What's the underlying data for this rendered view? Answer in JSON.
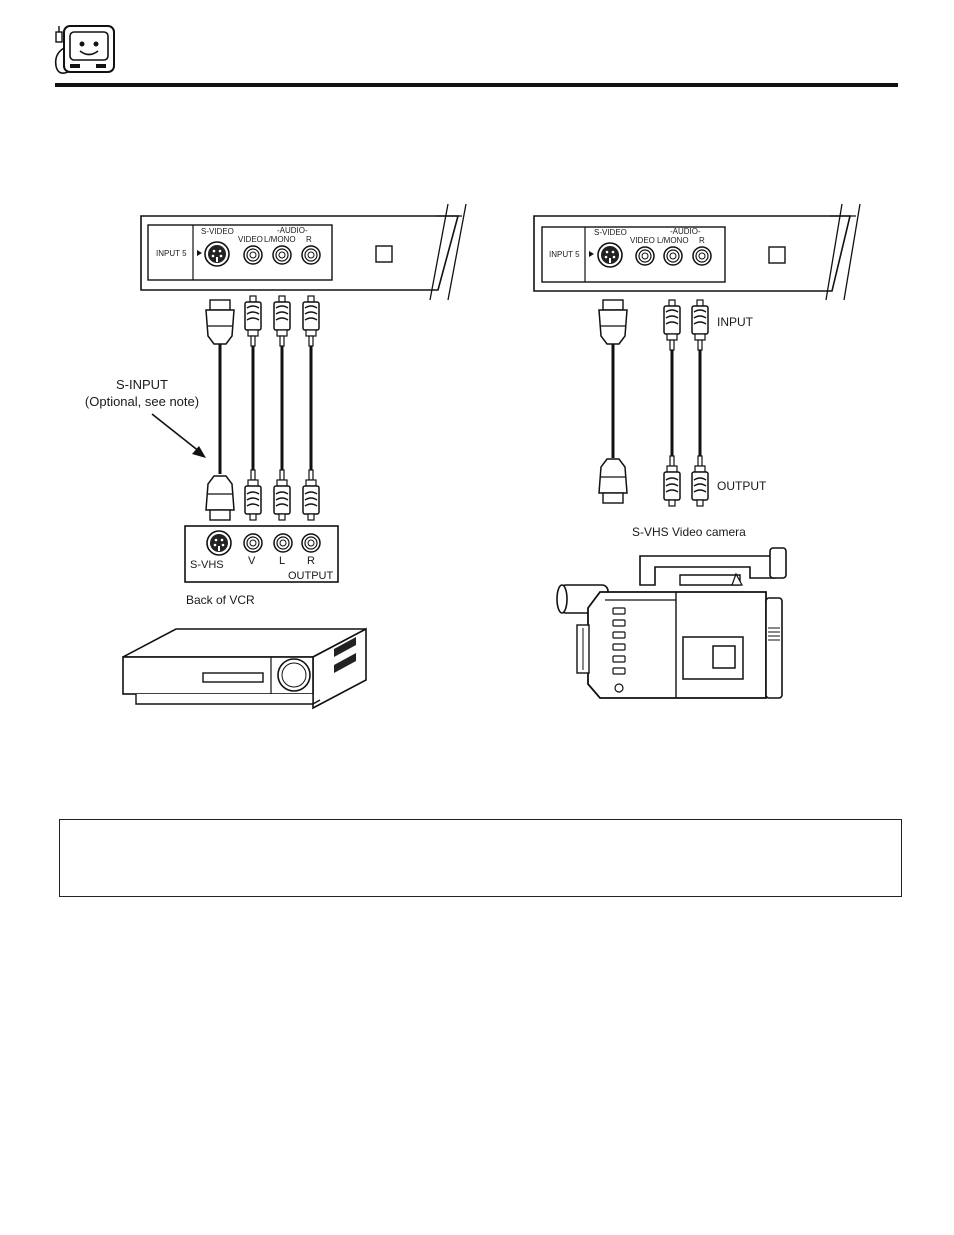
{
  "header": {
    "icon": "tv-mascot-icon"
  },
  "note": {
    "text": ""
  },
  "left_diagram": {
    "panel": {
      "input_label": "INPUT 5",
      "svideo_label": "S-VIDEO",
      "audio_label": "-AUDIO-",
      "video_label": "VIDEO",
      "lmono_label": "L/MONO",
      "r_label": "R"
    },
    "callout": {
      "line1": "S-INPUT",
      "line2": "(Optional, see note)"
    },
    "vcr_panel": {
      "svhs_label": "S-VHS",
      "v_label": "V",
      "l_label": "L",
      "r_label": "R",
      "output_label": "OUTPUT"
    },
    "caption": "Back of VCR"
  },
  "right_diagram": {
    "panel": {
      "input_label": "INPUT 5",
      "svideo_label": "S-VIDEO",
      "audio_label": "-AUDIO-",
      "video_label": "VIDEO",
      "lmono_label": "L/MONO",
      "r_label": "R"
    },
    "input_label": "INPUT",
    "output_label": "OUTPUT",
    "caption": "S-VHS Video camera"
  }
}
